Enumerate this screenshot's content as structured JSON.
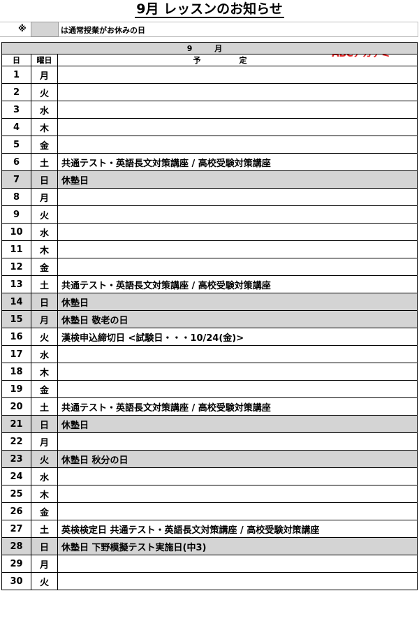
{
  "header": {
    "title": "9月  レッスンのお知らせ",
    "note_mark": "※",
    "note_text": "は通常授業がお休みの日",
    "brand": "ABCアカデミー"
  },
  "table": {
    "month_label": "9 月",
    "col_day": "日",
    "col_weekday": "曜日",
    "col_plan": "予定",
    "holiday_color": "#d4d4d4",
    "rows": [
      {
        "day": "1",
        "weekday": "月",
        "plan": "",
        "holiday": false
      },
      {
        "day": "2",
        "weekday": "火",
        "plan": "",
        "holiday": false
      },
      {
        "day": "3",
        "weekday": "水",
        "plan": "",
        "holiday": false
      },
      {
        "day": "4",
        "weekday": "木",
        "plan": "",
        "holiday": false
      },
      {
        "day": "5",
        "weekday": "金",
        "plan": "",
        "holiday": false
      },
      {
        "day": "6",
        "weekday": "土",
        "plan": "共通テスト・英語長文対策講座 / 高校受験対策講座",
        "holiday": false
      },
      {
        "day": "7",
        "weekday": "日",
        "plan": "休塾日",
        "holiday": true
      },
      {
        "day": "8",
        "weekday": "月",
        "plan": "",
        "holiday": false
      },
      {
        "day": "9",
        "weekday": "火",
        "plan": "",
        "holiday": false
      },
      {
        "day": "10",
        "weekday": "水",
        "plan": "",
        "holiday": false
      },
      {
        "day": "11",
        "weekday": "木",
        "plan": "",
        "holiday": false
      },
      {
        "day": "12",
        "weekday": "金",
        "plan": "",
        "holiday": false
      },
      {
        "day": "13",
        "weekday": "土",
        "plan": "共通テスト・英語長文対策講座 / 高校受験対策講座",
        "holiday": false
      },
      {
        "day": "14",
        "weekday": "日",
        "plan": "休塾日",
        "holiday": true
      },
      {
        "day": "15",
        "weekday": "月",
        "plan": "休塾日  敬老の日",
        "holiday": true
      },
      {
        "day": "16",
        "weekday": "火",
        "plan": "漢検申込締切日 <試験日・・・10/24(金)>",
        "holiday": false
      },
      {
        "day": "17",
        "weekday": "水",
        "plan": "",
        "holiday": false
      },
      {
        "day": "18",
        "weekday": "木",
        "plan": "",
        "holiday": false
      },
      {
        "day": "19",
        "weekday": "金",
        "plan": "",
        "holiday": false
      },
      {
        "day": "20",
        "weekday": "土",
        "plan": "共通テスト・英語長文対策講座 / 高校受験対策講座",
        "holiday": false
      },
      {
        "day": "21",
        "weekday": "日",
        "plan": "休塾日",
        "holiday": true
      },
      {
        "day": "22",
        "weekday": "月",
        "plan": "",
        "holiday": false
      },
      {
        "day": "23",
        "weekday": "火",
        "plan": "休塾日  秋分の日",
        "holiday": true
      },
      {
        "day": "24",
        "weekday": "水",
        "plan": "",
        "holiday": false
      },
      {
        "day": "25",
        "weekday": "木",
        "plan": "",
        "holiday": false
      },
      {
        "day": "26",
        "weekday": "金",
        "plan": "",
        "holiday": false
      },
      {
        "day": "27",
        "weekday": "土",
        "plan": "英検検定日        共通テスト・英語長文対策講座 / 高校受験対策講座",
        "holiday": false
      },
      {
        "day": "28",
        "weekday": "日",
        "plan": "休塾日          下野模擬テスト実施日(中3)",
        "holiday": true
      },
      {
        "day": "29",
        "weekday": "月",
        "plan": "",
        "holiday": false
      },
      {
        "day": "30",
        "weekday": "火",
        "plan": "",
        "holiday": false
      }
    ]
  }
}
